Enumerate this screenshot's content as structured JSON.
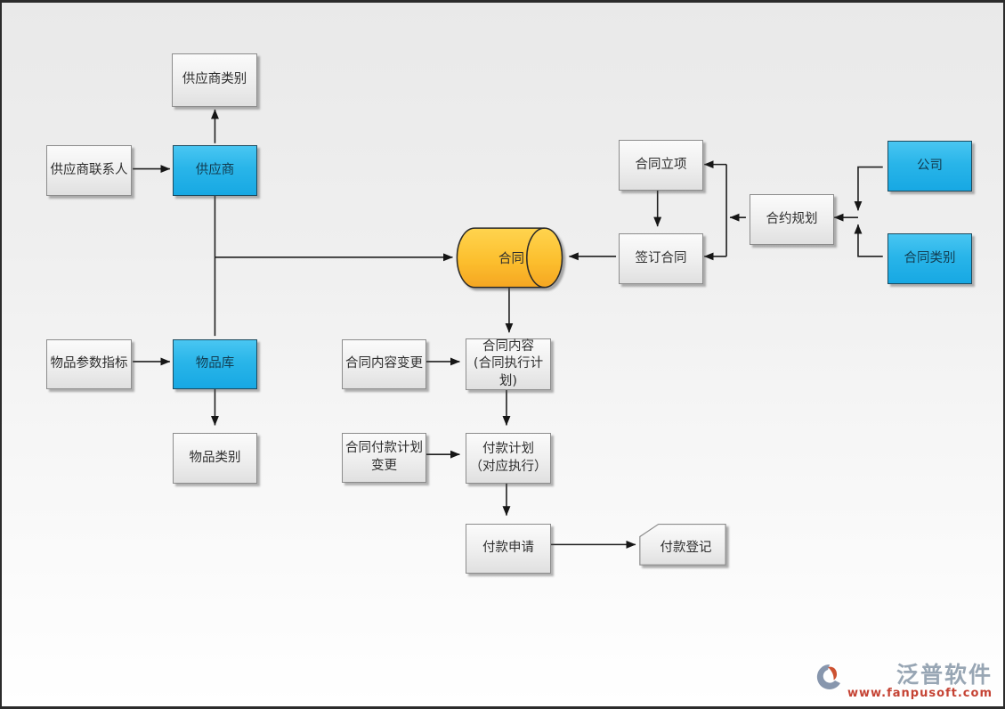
{
  "diagram": {
    "nodes": {
      "supplier_category": {
        "label": "供应商类别",
        "shape": "rect",
        "fill": "gray"
      },
      "supplier_contact": {
        "label": "供应商联系人",
        "shape": "rect",
        "fill": "gray"
      },
      "supplier": {
        "label": "供应商",
        "shape": "rect",
        "fill": "blue"
      },
      "contract_db": {
        "label": "合同",
        "shape": "cylinder",
        "fill": "yellow"
      },
      "contract_initiation": {
        "label": "合同立项",
        "shape": "rect",
        "fill": "gray"
      },
      "sign_contract": {
        "label": "签订合同",
        "shape": "rect",
        "fill": "gray"
      },
      "contract_planning": {
        "label": "合约规划",
        "shape": "rect",
        "fill": "gray"
      },
      "company": {
        "label": "公司",
        "shape": "rect",
        "fill": "blue"
      },
      "contract_category": {
        "label": "合同类别",
        "shape": "rect",
        "fill": "blue"
      },
      "item_parameters": {
        "label": "物品参数指标",
        "shape": "rect",
        "fill": "gray"
      },
      "item_library": {
        "label": "物品库",
        "shape": "rect",
        "fill": "blue"
      },
      "item_category": {
        "label": "物品类别",
        "shape": "rect",
        "fill": "gray"
      },
      "contract_content_change": {
        "label": "合同内容变更",
        "shape": "rect",
        "fill": "gray"
      },
      "contract_content": {
        "label": "合同内容\n(合同执行计划)",
        "shape": "rect",
        "fill": "gray"
      },
      "contract_payment_plan_change": {
        "label": "合同付款计划\n变更",
        "shape": "rect",
        "fill": "gray"
      },
      "payment_plan": {
        "label": "付款计划\n（对应执行）",
        "shape": "rect",
        "fill": "gray"
      },
      "payment_request": {
        "label": "付款申请",
        "shape": "rect",
        "fill": "gray"
      },
      "payment_registration": {
        "label": "付款登记",
        "shape": "card",
        "fill": "gray"
      }
    },
    "edges": [
      {
        "from": "supplier_contact",
        "to": "supplier"
      },
      {
        "from": "supplier",
        "to": "supplier_category"
      },
      {
        "from": "supplier",
        "to": "item_library"
      },
      {
        "from": "supplier",
        "to": "contract_db"
      },
      {
        "from": "item_parameters",
        "to": "item_library"
      },
      {
        "from": "item_library",
        "to": "item_category"
      },
      {
        "from": "sign_contract",
        "to": "contract_db"
      },
      {
        "from": "contract_initiation",
        "to": "sign_contract"
      },
      {
        "from": "contract_planning",
        "to": "contract_initiation"
      },
      {
        "from": "contract_planning",
        "to": "sign_contract"
      },
      {
        "from": "company",
        "to": "contract_planning"
      },
      {
        "from": "contract_category",
        "to": "contract_planning"
      },
      {
        "from": "contract_db",
        "to": "contract_content"
      },
      {
        "from": "contract_content_change",
        "to": "contract_content"
      },
      {
        "from": "contract_content",
        "to": "payment_plan"
      },
      {
        "from": "contract_payment_plan_change",
        "to": "payment_plan"
      },
      {
        "from": "payment_plan",
        "to": "payment_request"
      },
      {
        "from": "payment_request",
        "to": "payment_registration"
      }
    ],
    "colors": {
      "blue_node": "#29b5e9",
      "yellow_cylinder": "#fcc02e",
      "gray_node": "#eeeeee",
      "arrow": "#1f1f1f",
      "brand_gray": "#98a6b4",
      "url_red": "#c54334"
    },
    "watermark": {
      "brand": "泛普软件",
      "url": "www.fanpusoft.com"
    }
  }
}
